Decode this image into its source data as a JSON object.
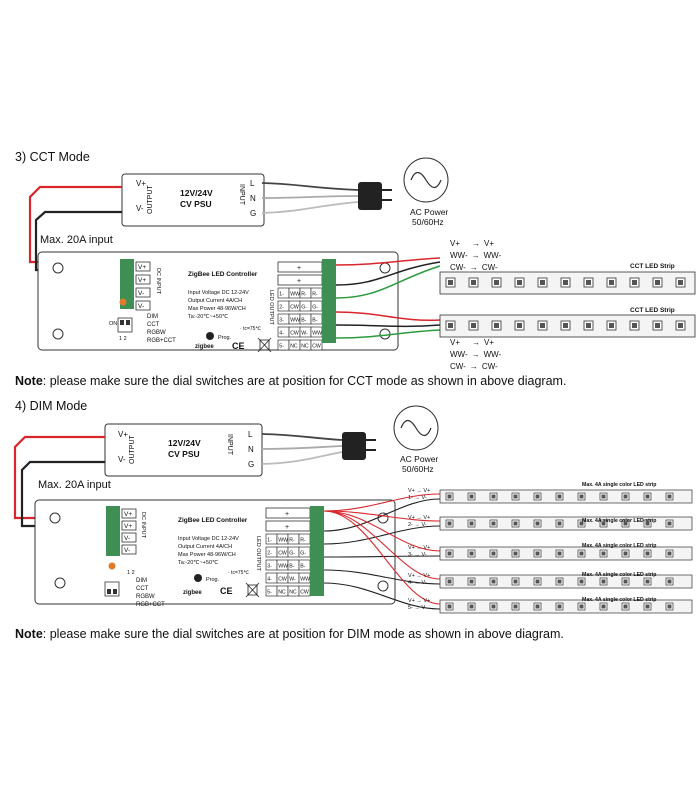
{
  "cct": {
    "title": "3) CCT Mode",
    "psu": {
      "line1": "12V/24V",
      "line2": "CV PSU",
      "output_label": "OUTPUT",
      "input_label": "INPUT",
      "vplus": "V+",
      "vminus": "V-",
      "l": "L",
      "n": "N",
      "g": "G"
    },
    "ac_power": {
      "line1": "AC Power",
      "line2": "50/60Hz"
    },
    "max_input": "Max. 20A input",
    "controller": {
      "title": "ZigBee LED Controller",
      "specs": [
        "Input Voltage DC 12-24V",
        "Output Current 4A/CH",
        "Max Power 48-96W/CH",
        "Ta:-20℃~+50℃"
      ],
      "tc": "· tc=75℃",
      "prog": "Prog.",
      "dc_input": "DC INPUT",
      "led_output": "LED OUTPUT",
      "terminals_in": [
        "V+",
        "V+",
        "V-",
        "V-"
      ],
      "plus": "+",
      "out_rows": [
        [
          "1-",
          "WW",
          "R-",
          "R-"
        ],
        [
          "2-",
          "CW",
          "G-",
          "G-"
        ],
        [
          "3-",
          "WW",
          "B-",
          "B-"
        ],
        [
          "4-",
          "CW",
          "W-",
          "WW"
        ],
        [
          "5-",
          "NC",
          "NC",
          "CW"
        ]
      ],
      "dial_modes": [
        "DIM",
        "CCT",
        "RGBW",
        "RGB+CCT"
      ],
      "dial_on": "ON",
      "dial_nums": "1 2",
      "zigbee": "zigbee",
      "ce": "CE"
    },
    "strip_label": "CCT LED Strip",
    "wiring_top": [
      [
        "V+",
        "V+"
      ],
      [
        "WW-",
        "WW-"
      ],
      [
        "CW-",
        "CW-"
      ]
    ],
    "wiring_bottom": [
      [
        "V+",
        "V+"
      ],
      [
        "WW-",
        "WW-"
      ],
      [
        "CW-",
        "CW-"
      ]
    ],
    "note_bold": "Note",
    "note_rest": ": please make sure the dial switches are at position for CCT mode as shown in above diagram."
  },
  "dim": {
    "title": "4) DIM Mode",
    "max_input": "Max. 20A input",
    "strip_label": "Max. 4A single color LED strip",
    "channel_labels": [
      [
        "V+",
        "V+",
        "1-",
        "V-"
      ],
      [
        "V+",
        "V+",
        "2-",
        "V-"
      ],
      [
        "V+",
        "V+",
        "3-",
        "V-"
      ],
      [
        "V+",
        "V+",
        "4-",
        "V-"
      ],
      [
        "V+",
        "V+",
        "5-",
        "V-"
      ]
    ],
    "note_bold": "Note",
    "note_rest": ": please make sure the dial switches are at position for DIM mode as shown in above diagram."
  },
  "colors": {
    "red": "#d9262c",
    "green": "#2a9a3c",
    "grey": "#9a9a9a",
    "terminal": "#3f8f55",
    "dial": "#e07b2b"
  }
}
